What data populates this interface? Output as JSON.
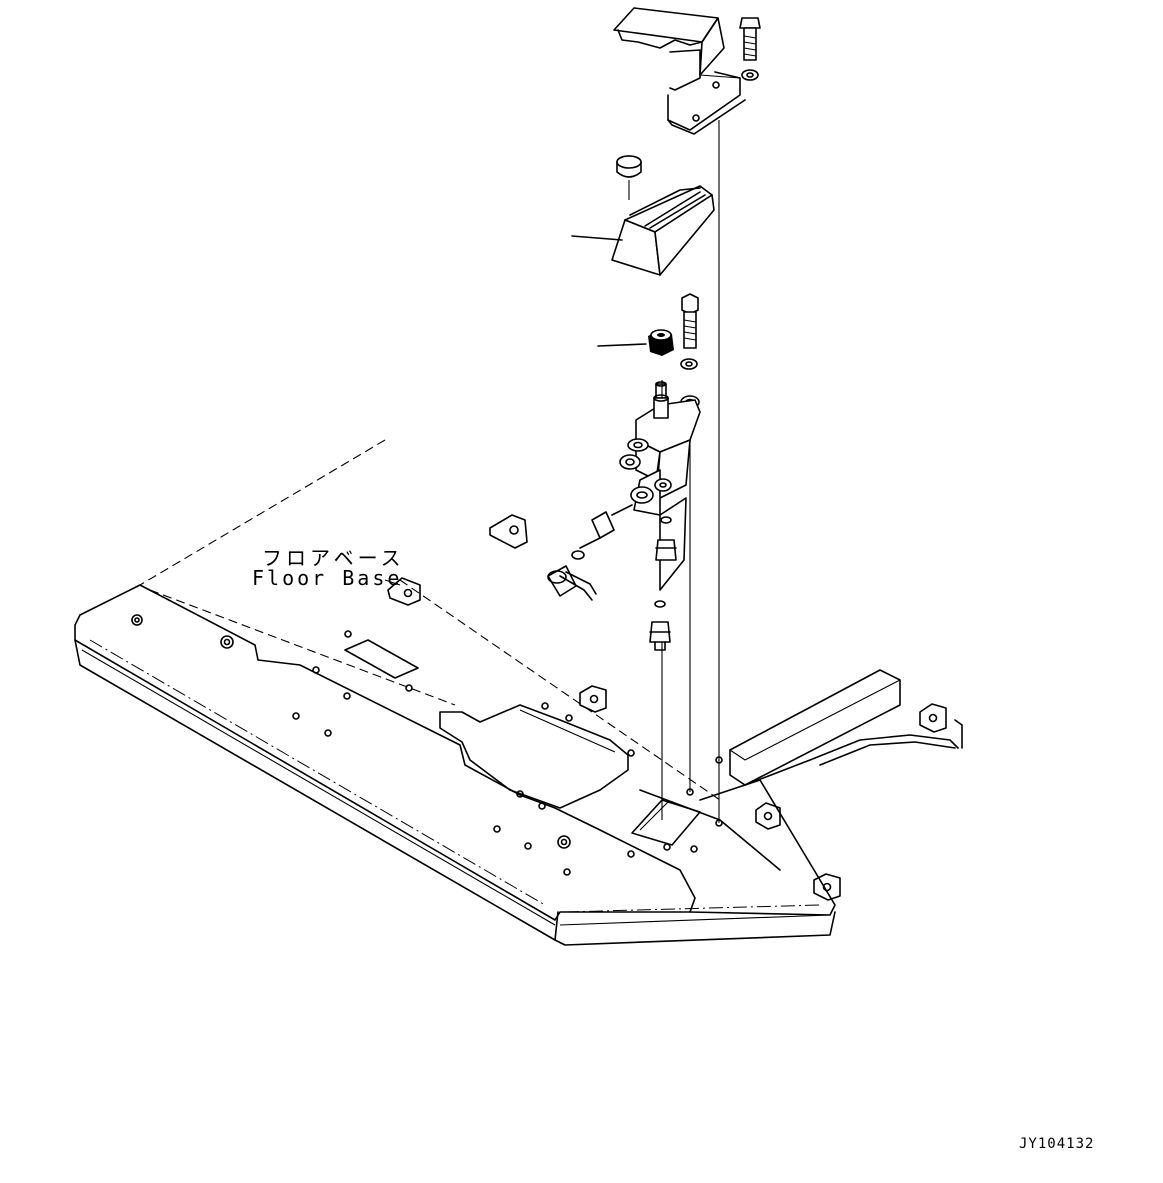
{
  "labels": {
    "floor_base_jp": "フロアベース",
    "floor_base_en": "Floor Base",
    "drawing_code": "JY104132"
  },
  "colors": {
    "line": "#000000",
    "background": "#ffffff"
  },
  "parts": [
    "pedal-bracket",
    "mounting-bolt",
    "pedal-pad",
    "rubber-stopper",
    "valve-body",
    "adapter-fitting",
    "elbow-fitting",
    "floor-base-plate"
  ]
}
